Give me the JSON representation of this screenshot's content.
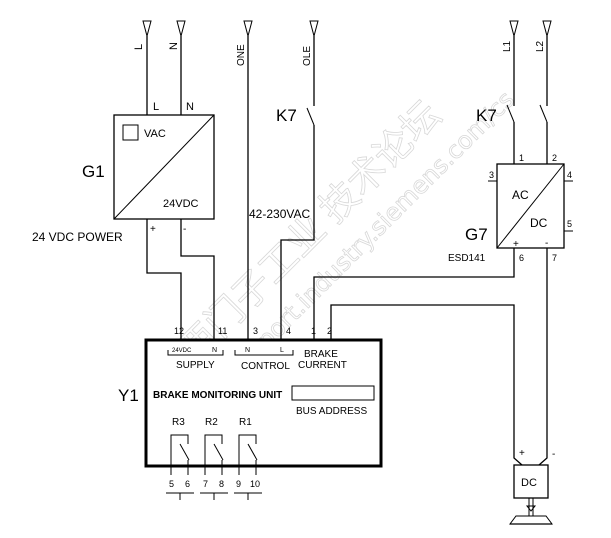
{
  "terminals_top": {
    "L": "L",
    "N": "N",
    "ONE": "ONE",
    "OLE": "OLE",
    "L1": "L1",
    "L2": "L2"
  },
  "g1": {
    "designation": "G1",
    "in_L": "L",
    "in_N": "N",
    "input_label": "VAC",
    "output_label": "24VDC",
    "plus": "+",
    "minus": "-",
    "caption": "24 VDC POWER"
  },
  "k7_control": {
    "designation": "K7",
    "voltage": "42-230VAC"
  },
  "k7_power": {
    "designation": "K7"
  },
  "g7": {
    "designation": "G7",
    "model": "ESD141",
    "ac_label": "AC",
    "dc_label": "DC",
    "pins": {
      "p1": "1",
      "p2": "2",
      "p3": "3",
      "p4": "4",
      "p5": "5",
      "p6": "6",
      "p7": "7"
    },
    "plus": "+",
    "minus": "-"
  },
  "y1": {
    "designation": "Y1",
    "title": "BRAKE MONITORING UNIT",
    "bus_address": "BUS ADDRESS",
    "terminals": {
      "t12": "12",
      "t11": "11",
      "t3": "3",
      "t4": "4",
      "t1": "1",
      "t2": "2"
    },
    "supply": {
      "label": "SUPPLY",
      "pin_24vdc": "24VDC",
      "pin_n": "N"
    },
    "control": {
      "label": "CONTROL",
      "pin_n": "N",
      "pin_l": "L"
    },
    "brake_current": {
      "line1": "BRAKE",
      "line2": "CURRENT"
    },
    "relays": [
      {
        "name": "R3",
        "pins": [
          "5",
          "6"
        ]
      },
      {
        "name": "R2",
        "pins": [
          "7",
          "8"
        ]
      },
      {
        "name": "R1",
        "pins": [
          "9",
          "10"
        ]
      }
    ]
  },
  "brake_dc": {
    "label": "DC",
    "plus": "+",
    "minus": "-"
  },
  "watermark": {
    "cn1": "西门子工业",
    "cn2": "技术论坛",
    "url": "support.industry.siemens.com/cs"
  }
}
